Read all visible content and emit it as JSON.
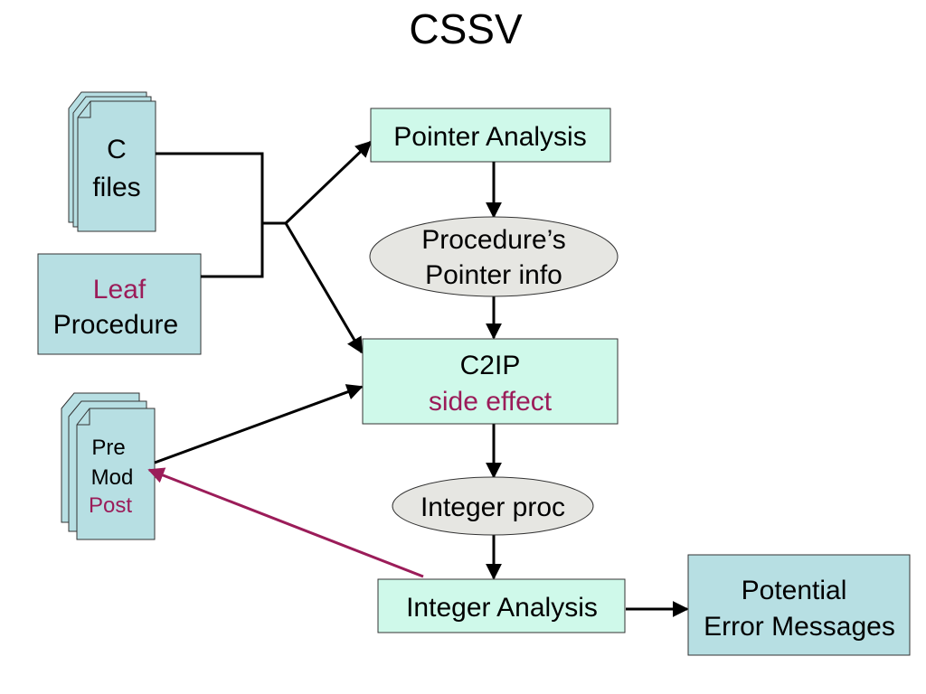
{
  "title": "CSSV",
  "colors": {
    "box_blue": "#b7dfe3",
    "box_mint": "#cff9ea",
    "ellipse": "#e6e6e2",
    "accent": "#9b1c59",
    "line": "#000000"
  },
  "nodes": {
    "c_files": {
      "line1": "C",
      "line2": "files",
      "icon": "document-stack-icon"
    },
    "leaf_procedure": {
      "line1": "Leaf",
      "line2": "Procedure"
    },
    "pre_mod_post": {
      "line1": "Pre",
      "line2": "Mod",
      "line3": "Post",
      "icon": "document-stack-icon"
    },
    "pointer_analysis": {
      "label": "Pointer Analysis"
    },
    "procedures_pointer_info": {
      "line1": "Procedure’s",
      "line2": "Pointer info"
    },
    "c2ip": {
      "line1": "C2IP",
      "line2": "side effect"
    },
    "integer_proc": {
      "label": "Integer proc"
    },
    "integer_analysis": {
      "label": "Integer Analysis"
    },
    "potential_error_messages": {
      "line1": "Potential",
      "line2": "Error Messages"
    }
  }
}
